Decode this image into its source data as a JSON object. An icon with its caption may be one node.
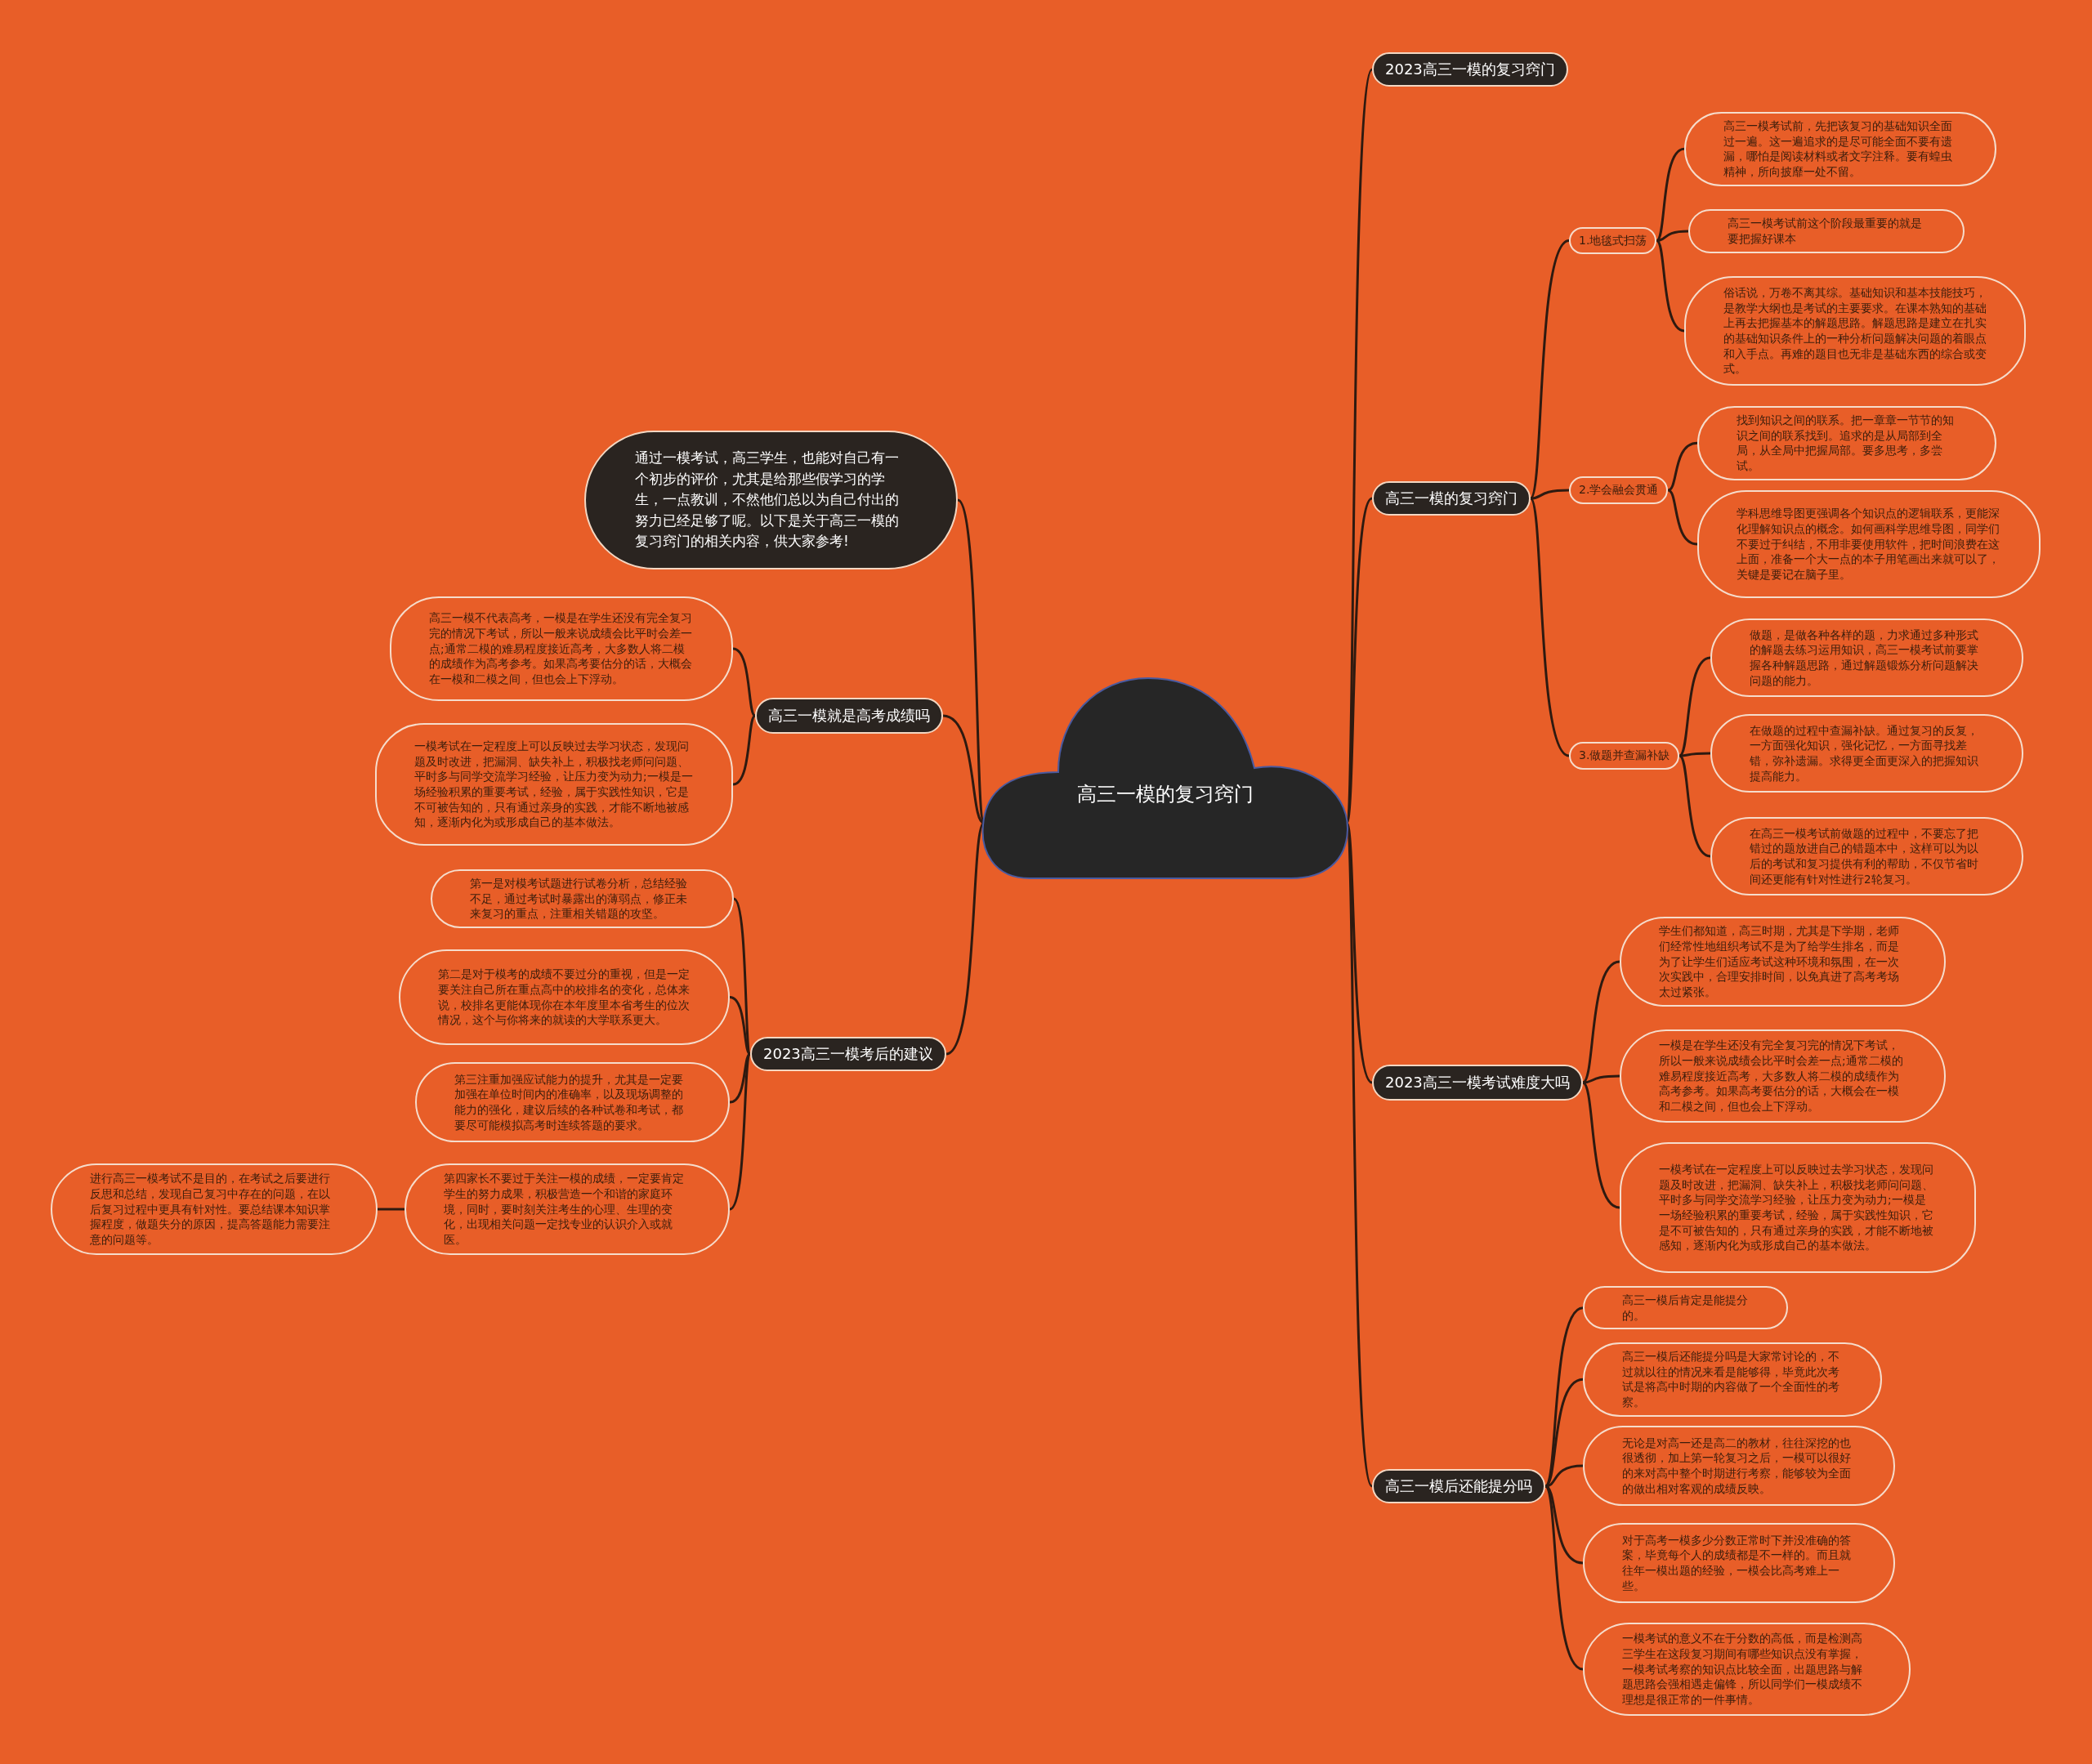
{
  "diagram": {
    "nodes": [
      {
        "text": [
          "高三一模的复习窍门"
        ]
      },
      {
        "text": [
          "2023高三一模的复习窍门"
        ]
      },
      {
        "text": [
          "高三一模的复习窍门"
        ]
      },
      {
        "text": [
          "1.地毯式扫荡"
        ]
      },
      {
        "text": [
          "高三一模考试前，先把该复习的基础知识全面过一遍。这一遍追求的是尽可能全面不要有遗漏，哪怕是阅读材料或者文字注释。要有蝗虫精神，所向披靡一处不留。"
        ]
      },
      {
        "text": [
          "高三一模考试前这个阶段最重要的就是要把握好课本"
        ]
      },
      {
        "text": [
          "俗话说，万卷不离其综。基础知识和基本技能技巧，是教学大纲也是考试的主要要求。在课本熟知的基础上再去把握基本的解题思路。解题思路是建立在扎实的基础知识条件上的一种分析问题解决问题的着眼点和入手点。再难的题目也无非是基础东西的综合或变式。"
        ]
      },
      {
        "text": [
          "2.学会融会贯通"
        ]
      },
      {
        "text": [
          "找到知识之间的联系。把一章章一节节的知识之间的联系找到。追求的是从局部到全局，从全局中把握局部。要多思考，多尝试。"
        ]
      },
      {
        "text": [
          "学科思维导图更强调各个知识点的逻辑联系，更能深化理解知识点的概念。如何画科学思维导图，同学们不要过于纠结，不用非要使用软件，把时间浪费在这上面，准备一个大一点的本子用笔画出来就可以了，关键是要记在脑子里。"
        ]
      },
      {
        "text": [
          "3.做题并查漏补缺"
        ]
      },
      {
        "text": [
          "做题，是做各种各样的题，力求通过多种形式的解题去练习运用知识，高三一模考试前要掌握各种解题思路，通过解题锻炼分析问题解决问题的能力。"
        ]
      },
      {
        "text": [
          "在做题的过程中查漏补缺。通过复习的反复，一方面强化知识，强化记忆，一方面寻找差错，弥补遗漏。求得更全面更深入的把握知识提高能力。"
        ]
      },
      {
        "text": [
          "在高三一模考试前做题的过程中，不要忘了把错过的题放进自己的错题本中，这样可以为以后的考试和复习提供有利的帮助，不仅节省时间还更能有针对性进行2轮复习。"
        ]
      },
      {
        "text": [
          "2023高三一模考试难度大吗"
        ]
      },
      {
        "text": [
          "学生们都知道，高三时期，尤其是下学期，老师们经常性地组织考试不是为了给学生排名，而是为了让学生们适应考试这种环境和氛围，在一次次实践中，合理安排时间，以免真进了高考考场太过紧张。"
        ]
      },
      {
        "text": [
          "一模是在学生还没有完全复习完的情况下考试，所以一般来说成绩会比平时会差一点;通常二模的难易程度接近高考，大多数人将二模的成绩作为高考参考。如果高考要估分的话，大概会在一模和二模之间，但也会上下浮动。"
        ]
      },
      {
        "text": [
          "一模考试在一定程度上可以反映过去学习状态，发现问题及时改进，把漏洞、缺失补上，积极找老师问问题、平时多与同学交流学习经验，让压力变为动力;一模是一场经验积累的重要考试，经验，属于实践性知识，它是不可被告知的，只有通过亲身的实践，才能不断地被感知，逐渐内化为或形成自己的基本做法。"
        ]
      },
      {
        "text": [
          "高三一模后还能提分吗"
        ]
      },
      {
        "text": [
          "高三一模后肯定是能提分的。"
        ]
      },
      {
        "text": [
          "高三一模后还能提分吗是大家常讨论的，不过就以往的情况来看是能够得，毕竟此次考试是将高中时期的内容做了一个全面性的考察。"
        ]
      },
      {
        "text": [
          "无论是对高一还是高二的教材，往往深挖的也很透彻，加上第一轮复习之后，一模可以很好的来对高中整个时期进行考察，能够较为全面的做出相对客观的成绩反映。"
        ]
      },
      {
        "text": [
          "对于高考一模多少分数正常时下并没准确的答案，毕竟每个人的成绩都是不一样的。而且就往年一模出题的经验，一模会比高考难上一些。"
        ]
      },
      {
        "text": [
          "一模考试的意义不在于分数的高低，而是检测高三学生在这段复习期间有哪些知识点没有掌握，一模考试考察的知识点比较全面，出题思路与解题思路会强相遇走偏锋，所以同学们一模成绩不理想是很正常的一件事情。"
        ]
      },
      {
        "text": [
          "通过一模考试，高三学生，也能对自己有一个初步的评价，尤其是给那些假学习的学生，一点教训，不然他们总以为自己付出的努力已经足够了呢。以下是关于高三一模的复习窍门的相关内容，供大家参考!"
        ]
      },
      {
        "text": [
          "高三一模就是高考成绩吗"
        ]
      },
      {
        "text": [
          "高三一模不代表高考，一模是在学生还没有完全复习完的情况下考试，所以一般来说成绩会比平时会差一点;通常二模的难易程度接近高考，大多数人将二模的成绩作为高考参考。如果高考要估分的话，大概会在一模和二模之间，但也会上下浮动。"
        ]
      },
      {
        "text": [
          "一模考试在一定程度上可以反映过去学习状态，发现问题及时改进，把漏洞、缺失补上，积极找老师问问题、平时多与同学交流学习经验，让压力变为动力;一模是一场经验积累的重要考试，经验，属于实践性知识，它是不可被告知的，只有通过亲身的实践，才能不断地被感知，逐渐内化为或形成自己的基本做法。"
        ]
      },
      {
        "text": [
          "2023高三一模考后的建议"
        ]
      },
      {
        "text": [
          "第一是对模考试题进行试卷分析，总结经验不足，通过考试时暴露出的薄弱点，修正未来复习的重点，注重相关错题的攻坚。"
        ]
      },
      {
        "text": [
          "第二是对于模考的成绩不要过分的重视，但是一定要关注自己所在重点高中的校排名的变化，总体来说，校排名更能体现你在本年度里本省考生的位次情况，这个与你将来的就读的大学联系更大。"
        ]
      },
      {
        "text": [
          "第三注重加强应试能力的提升，尤其是一定要加强在单位时间内的准确率，以及现场调整的能力的强化，建议后续的各种试卷和考试，都要尽可能模拟高考时连续答题的要求。"
        ]
      },
      {
        "text": [
          "第四家长不要过于关注一模的成绩，一定要肯定学生的努力成果，积极营造一个和谐的家庭环境，同时，要时刻关注考生的心理、生理的变化，出现相关问题一定找专业的认识介入或就医。"
        ]
      },
      {
        "text": [
          "进行高三一模考试不是目的，在考试之后要进行反思和总结，发现自己复习中存在的问题，在以后复习过程中更具有针对性。要总结课本知识掌握程度，做题失分的原因，提高答题能力需要注意的问题等。"
        ]
      }
    ],
    "edges": [
      {
        "from": 0,
        "to": 1,
        "arrow": "none"
      },
      {
        "from": 0,
        "to": 2,
        "arrow": "none"
      },
      {
        "from": 2,
        "to": 3,
        "arrow": "none"
      },
      {
        "from": 3,
        "to": 4,
        "arrow": "none"
      },
      {
        "from": 3,
        "to": 5,
        "arrow": "none"
      },
      {
        "from": 3,
        "to": 6,
        "arrow": "none"
      },
      {
        "from": 2,
        "to": 7,
        "arrow": "none"
      },
      {
        "from": 7,
        "to": 8,
        "arrow": "none"
      },
      {
        "from": 7,
        "to": 9,
        "arrow": "none"
      },
      {
        "from": 2,
        "to": 10,
        "arrow": "none"
      },
      {
        "from": 10,
        "to": 11,
        "arrow": "none"
      },
      {
        "from": 10,
        "to": 12,
        "arrow": "none"
      },
      {
        "from": 10,
        "to": 13,
        "arrow": "none"
      },
      {
        "from": 0,
        "to": 14,
        "arrow": "none"
      },
      {
        "from": 14,
        "to": 15,
        "arrow": "none"
      },
      {
        "from": 14,
        "to": 16,
        "arrow": "none"
      },
      {
        "from": 14,
        "to": 17,
        "arrow": "none"
      },
      {
        "from": 0,
        "to": 18,
        "arrow": "none"
      },
      {
        "from": 18,
        "to": 19,
        "arrow": "none"
      },
      {
        "from": 18,
        "to": 20,
        "arrow": "none"
      },
      {
        "from": 18,
        "to": 21,
        "arrow": "none"
      },
      {
        "from": 18,
        "to": 22,
        "arrow": "none"
      },
      {
        "from": 18,
        "to": 23,
        "arrow": "none"
      },
      {
        "from": 0,
        "to": 24,
        "arrow": "none"
      },
      {
        "from": 0,
        "to": 25,
        "arrow": "none"
      },
      {
        "from": 25,
        "to": 26,
        "arrow": "none"
      },
      {
        "from": 25,
        "to": 27,
        "arrow": "none"
      },
      {
        "from": 0,
        "to": 28,
        "arrow": "none"
      },
      {
        "from": 28,
        "to": 29,
        "arrow": "none"
      },
      {
        "from": 28,
        "to": 30,
        "arrow": "none"
      },
      {
        "from": 28,
        "to": 31,
        "arrow": "none"
      },
      {
        "from": 28,
        "to": 32,
        "arrow": "none"
      },
      {
        "from": 32,
        "to": 33,
        "arrow": "none"
      }
    ]
  }
}
